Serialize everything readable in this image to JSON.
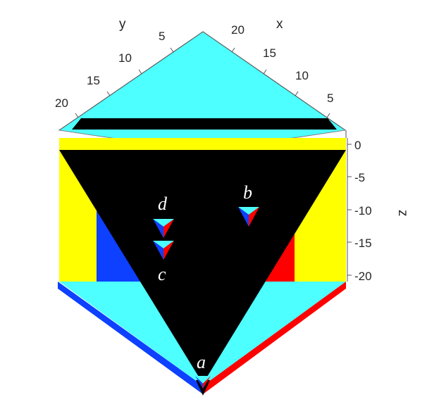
{
  "figure": {
    "colors": {
      "cyan": "#4dffff",
      "yellow": "#ffff00",
      "black": "#000000",
      "blue": "#0d40ff",
      "red": "#ff0000",
      "axis": "#7f7f7f"
    }
  },
  "axes": {
    "x": {
      "name": "x",
      "ticks": [
        "20",
        "15",
        "10",
        "5"
      ]
    },
    "y": {
      "name": "y",
      "ticks": [
        "5",
        "10",
        "15",
        "20"
      ]
    },
    "z": {
      "name": "z",
      "ticks": [
        "0",
        "-5",
        "-10",
        "-15",
        "-20"
      ]
    }
  },
  "points": {
    "a": "a",
    "b": "b",
    "c": "c",
    "d": "d"
  }
}
